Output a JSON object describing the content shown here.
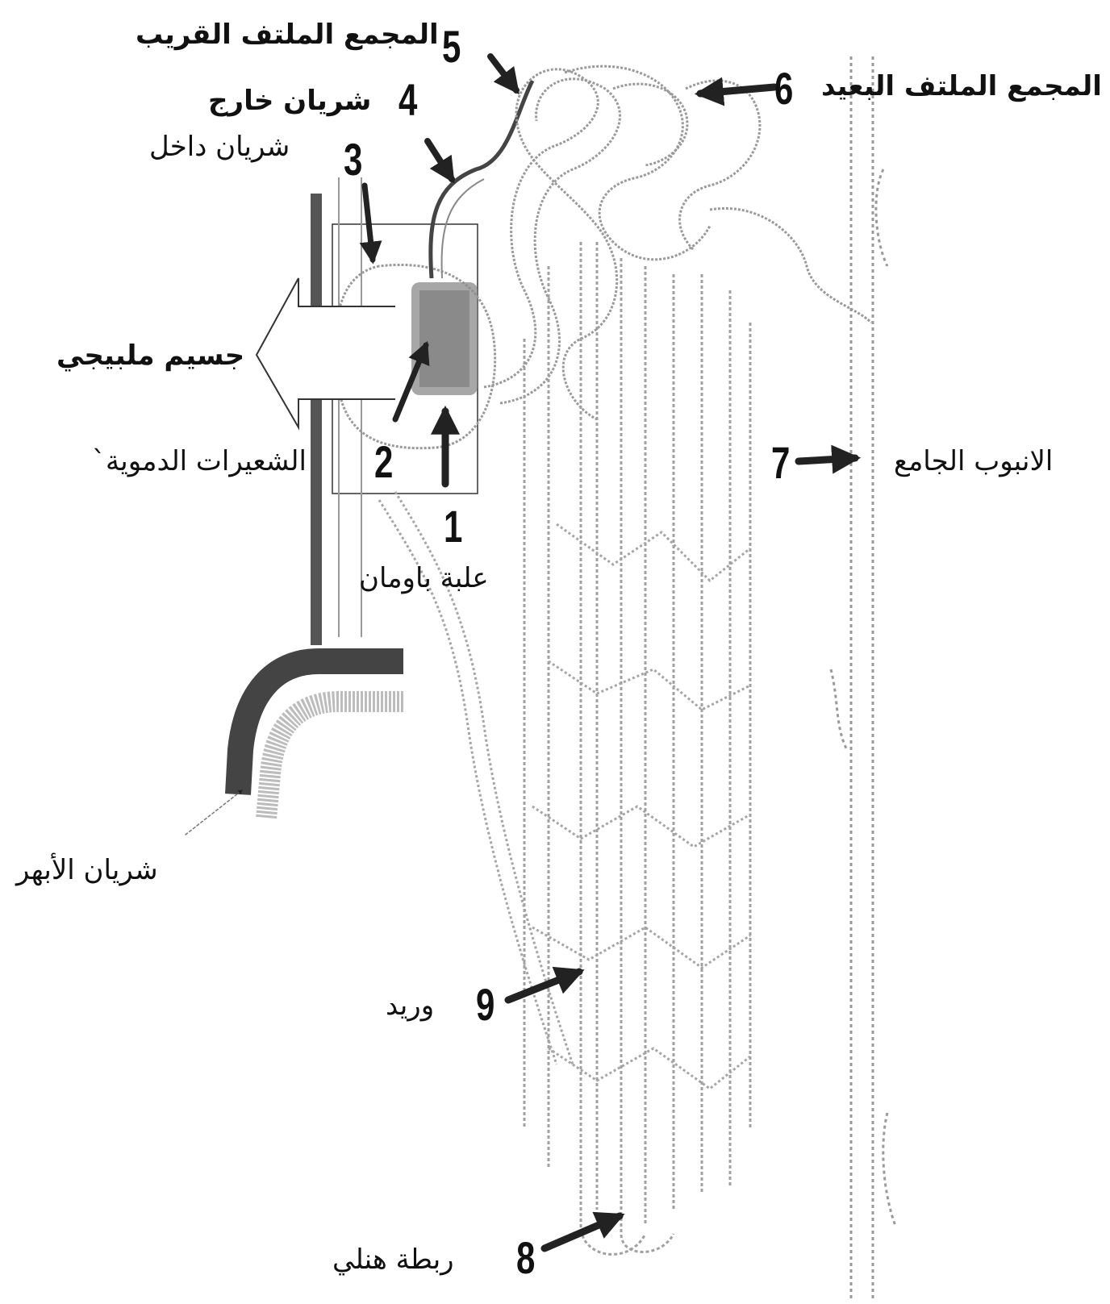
{
  "labels": {
    "proximal_tubule": "المجمع الملتف القريب",
    "efferent_artery": "شريان خارج",
    "afferent_artery": "شريان داخل",
    "distal_tubule": "المجمع الملتف البعيد",
    "malpighian_body": "جسيم ملبيجي",
    "capillaries": "الشعيرات الدموية`",
    "bowman_capsule": "علبة باومان",
    "collecting_duct": "الانبوب الجامع",
    "renal_artery": "شريان الأبهر",
    "vein": "وريد",
    "loop_of_henle": "ربطة هنلي"
  },
  "numbers": {
    "n1": "1",
    "n2": "2",
    "n3": "3",
    "n4": "4",
    "n5": "5",
    "n6": "6",
    "n7": "7",
    "n8": "8",
    "n9": "9"
  },
  "colors": {
    "line": "#8a8a8a",
    "dark": "#222222",
    "vessel": "#555555",
    "glomerulus": "#7a7a7a"
  }
}
